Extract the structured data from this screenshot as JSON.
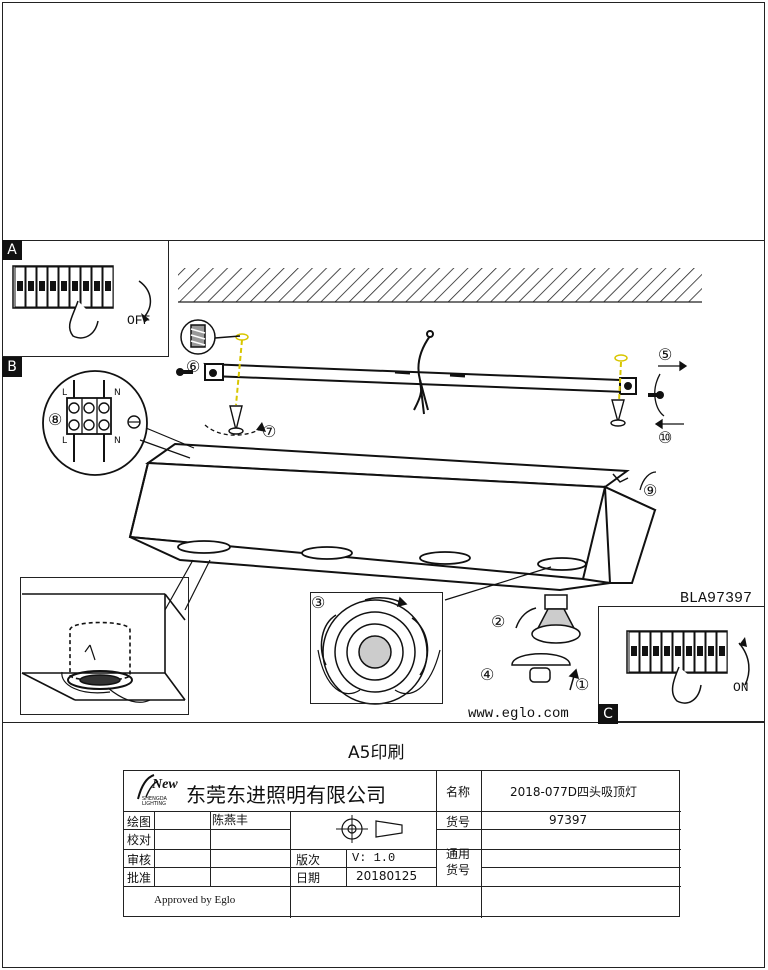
{
  "labels": {
    "step_a": "A",
    "step_b": "B",
    "step_c": "C",
    "off": "OFF",
    "on": "ON",
    "model_code": "BLA97397",
    "website": "www.eglo.com",
    "print_size": "A5印刷",
    "terminal_l_top": "L",
    "terminal_n_top": "N",
    "terminal_l_bottom": "L",
    "terminal_n_bottom": "N"
  },
  "steps": [
    "①",
    "②",
    "③",
    "④",
    "⑤",
    "⑥",
    "⑦",
    "⑧",
    "⑨",
    "⑩"
  ],
  "title_block": {
    "brand_name": "New",
    "brand_sub": "SHENGDA LIGHTING",
    "company": "东莞东进照明有限公司",
    "name_label": "名称",
    "name_value": "2018-077D四头吸顶灯",
    "draw_label": "绘图",
    "draw_value": "陈燕丰",
    "item_no_label": "货号",
    "item_no_value": "97397",
    "check_label": "校对",
    "review_label": "审核",
    "version_label": "版次",
    "version_value": "V: 1.0",
    "general_item_label_1": "通用",
    "general_item_label_2": "货号",
    "approve_label": "批准",
    "date_label": "日期",
    "date_value": "20180125",
    "approved_by": "Approved by Eglo"
  }
}
